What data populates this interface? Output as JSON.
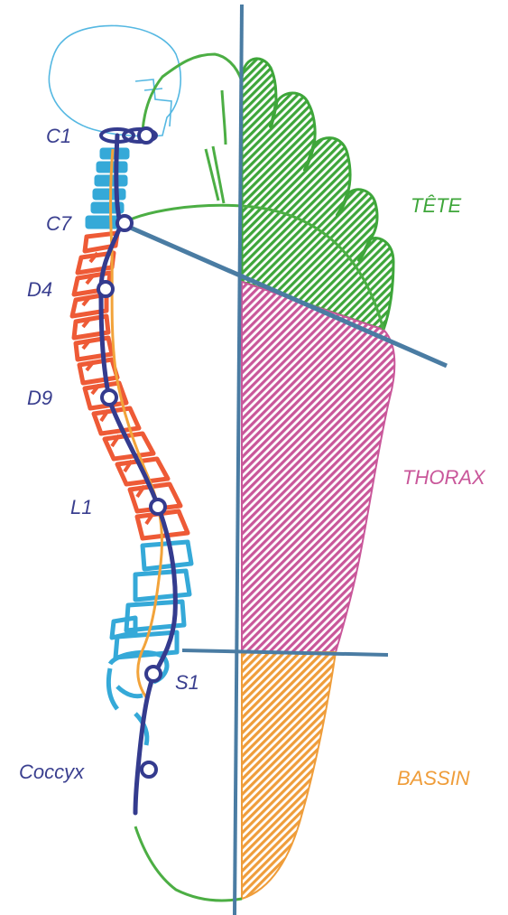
{
  "labels": {
    "vertebrae": {
      "c1": "C1",
      "c7": "C7",
      "d4": "D4",
      "d9": "D9",
      "l1": "L1",
      "s1": "S1",
      "coccyx": "Coccyx"
    },
    "zones": {
      "head": "TÊTE",
      "thorax": "THORAX",
      "pelvis": "BASSIN"
    }
  },
  "colors": {
    "head": "#3ea63a",
    "thorax": "#c9579a",
    "pelvis": "#ef9d3a",
    "cervical_lumbar_vertebrae": "#35a9d8",
    "thoracic_vertebrae": "#ee5a36",
    "spine_line": "#343b8e",
    "spinal_cord": "#f2a33a",
    "skull_outline": "#55b8e2",
    "axis_line": "#4a7ca3",
    "foot_outline": "#4cae44"
  }
}
